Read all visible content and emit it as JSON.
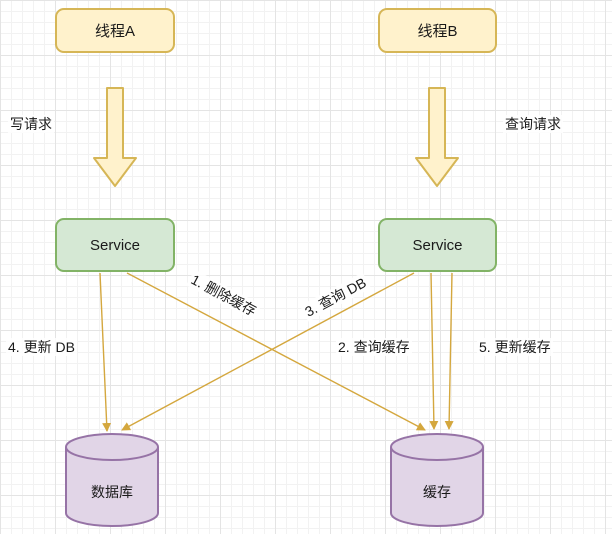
{
  "diagram": {
    "nodes": {
      "thread_a": {
        "label": "线程A"
      },
      "thread_b": {
        "label": "线程B"
      },
      "service_left": {
        "label": "Service"
      },
      "service_right": {
        "label": "Service"
      },
      "database": {
        "label": "数据库"
      },
      "cache": {
        "label": "缓存"
      }
    },
    "edges": {
      "write_request": {
        "label": "写请求"
      },
      "query_request": {
        "label": "查询请求"
      },
      "step1": {
        "label": "1. 删除缓存"
      },
      "step2": {
        "label": "2. 查询缓存"
      },
      "step3": {
        "label": "3. 查询 DB"
      },
      "step4": {
        "label": "4. 更新 DB"
      },
      "step5": {
        "label": "5. 更新缓存"
      }
    },
    "colors": {
      "yellow_fill": "#fff2cc",
      "yellow_stroke": "#d6b656",
      "green_fill": "#d5e8d4",
      "green_stroke": "#82b366",
      "cylinder_fill": "#e1d5e7",
      "cylinder_stroke": "#9673a6",
      "arrow": "#d4a73e",
      "text": "#1a1a1a"
    }
  }
}
